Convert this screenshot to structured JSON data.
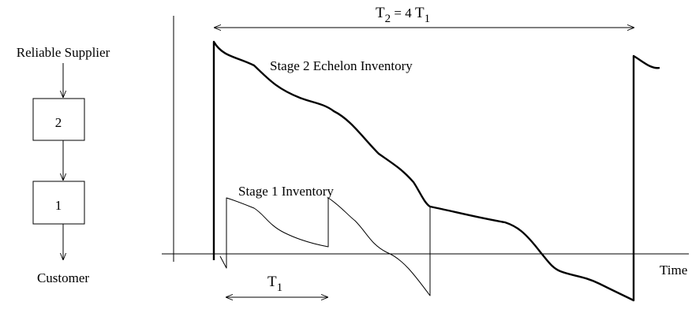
{
  "flow": {
    "supplier_label": "Reliable Supplier",
    "stage2_label": "2",
    "stage1_label": "1",
    "customer_label": "Customer"
  },
  "plot": {
    "period_long": {
      "base": "T",
      "sub": "2",
      "mid": " = 4 ",
      "base2": "T",
      "sub2": "1"
    },
    "period_short": {
      "base": "T",
      "sub": "1"
    },
    "stage2_curve_label": "Stage 2 Echelon Inventory",
    "stage1_curve_label": "Stage 1 Inventory",
    "x_axis_label": "Time"
  },
  "colors": {
    "ink": "#000000",
    "background": "#ffffff"
  }
}
